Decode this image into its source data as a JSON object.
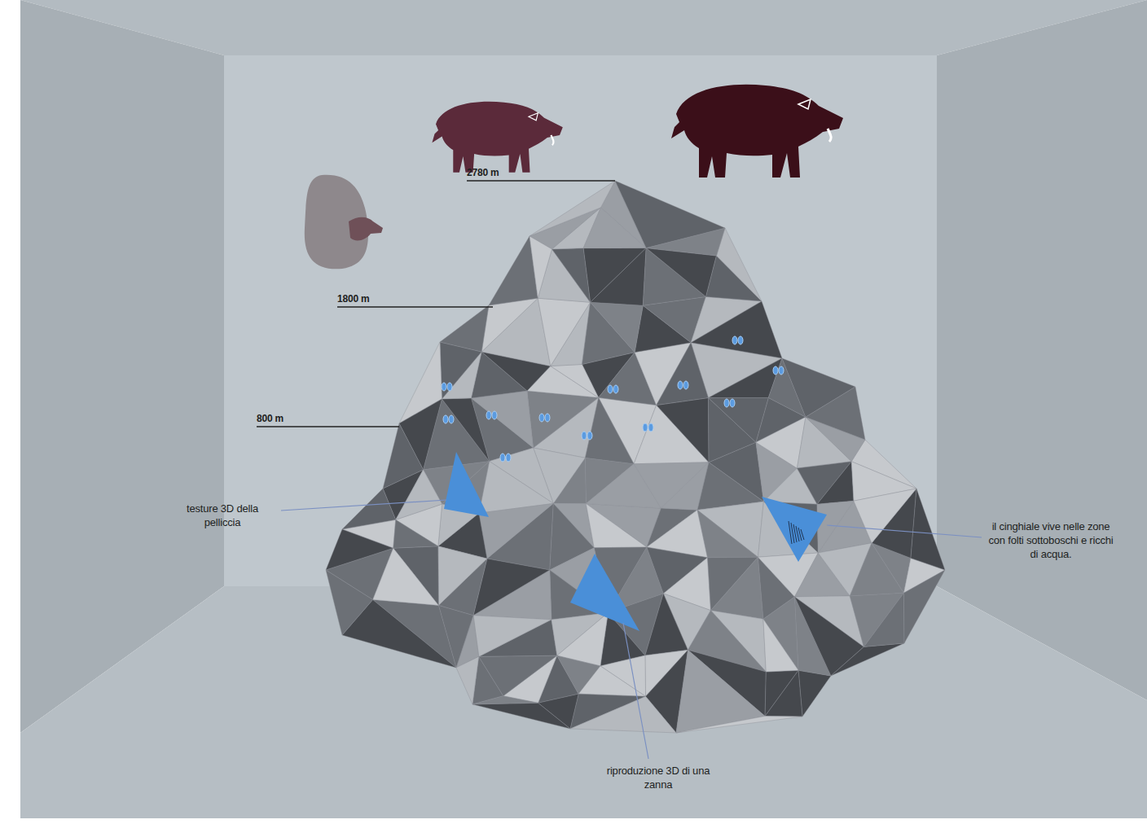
{
  "diagram": {
    "labels": [
      "2780 m",
      "1800 m",
      "800 m",
      "testure 3D della pelliccia",
      "il cinghiale vive nelle zone con folti sottoboschi e ricchi di acqua.",
      "riproduzione 3D di una zanna"
    ]
  }
}
